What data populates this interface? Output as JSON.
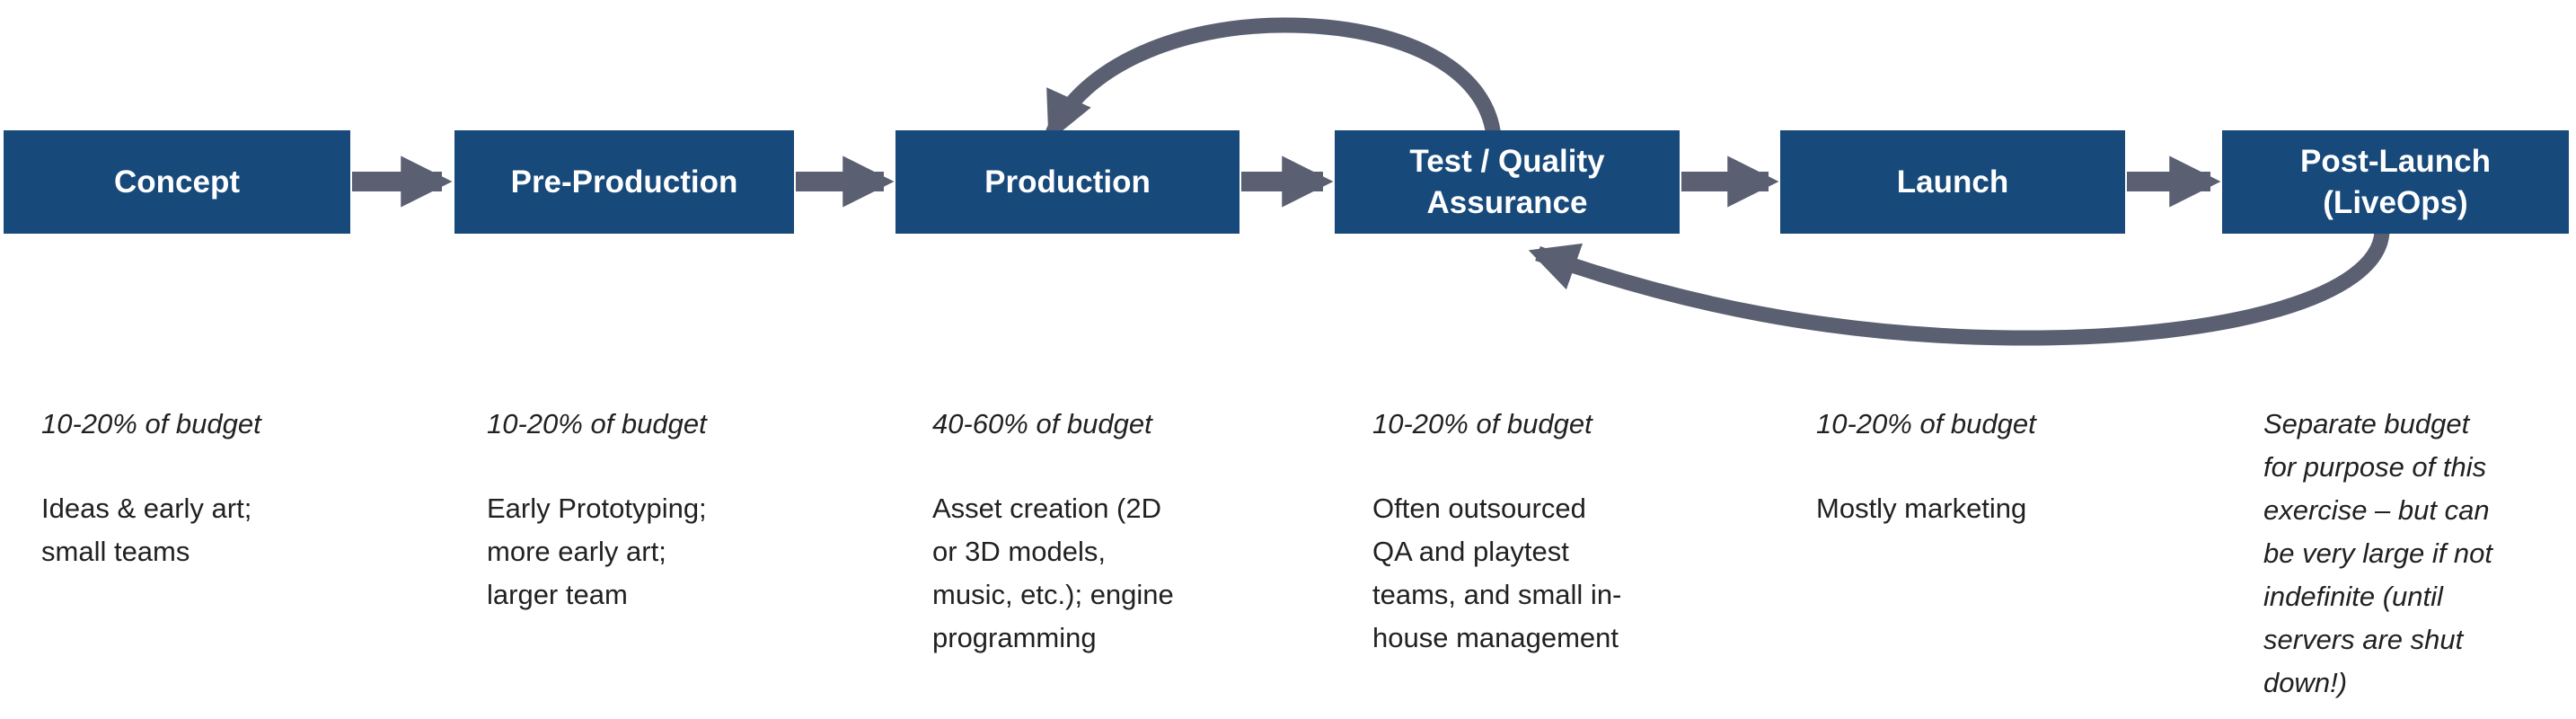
{
  "colors": {
    "box": "#17497B",
    "arrow": "#5A6072",
    "text": "#212121",
    "label": "#FFFFFF"
  },
  "stages": [
    {
      "label": "Concept",
      "budget": "10-20% of budget",
      "desc": "Ideas & early art;\nsmall teams"
    },
    {
      "label": "Pre-Production",
      "budget": "10-20% of budget",
      "desc": "Early Prototyping;\nmore early art;\nlarger team"
    },
    {
      "label": "Production",
      "budget": "40-60% of budget",
      "desc": "Asset creation (2D\nor 3D models,\nmusic, etc.); engine\nprogramming"
    },
    {
      "label": "Test / Quality\nAssurance",
      "budget": "10-20% of budget",
      "desc": "Often outsourced\nQA and playtest\nteams, and small in-\nhouse management"
    },
    {
      "label": "Launch",
      "budget": "10-20% of budget",
      "desc": "Mostly marketing"
    },
    {
      "label": "Post-Launch\n(LiveOps)",
      "budget": "Separate budget\nfor purpose of this\nexercise – but can\nbe very large if not\nindefinite (until\nservers are shut\ndown!)",
      "desc": ""
    }
  ]
}
